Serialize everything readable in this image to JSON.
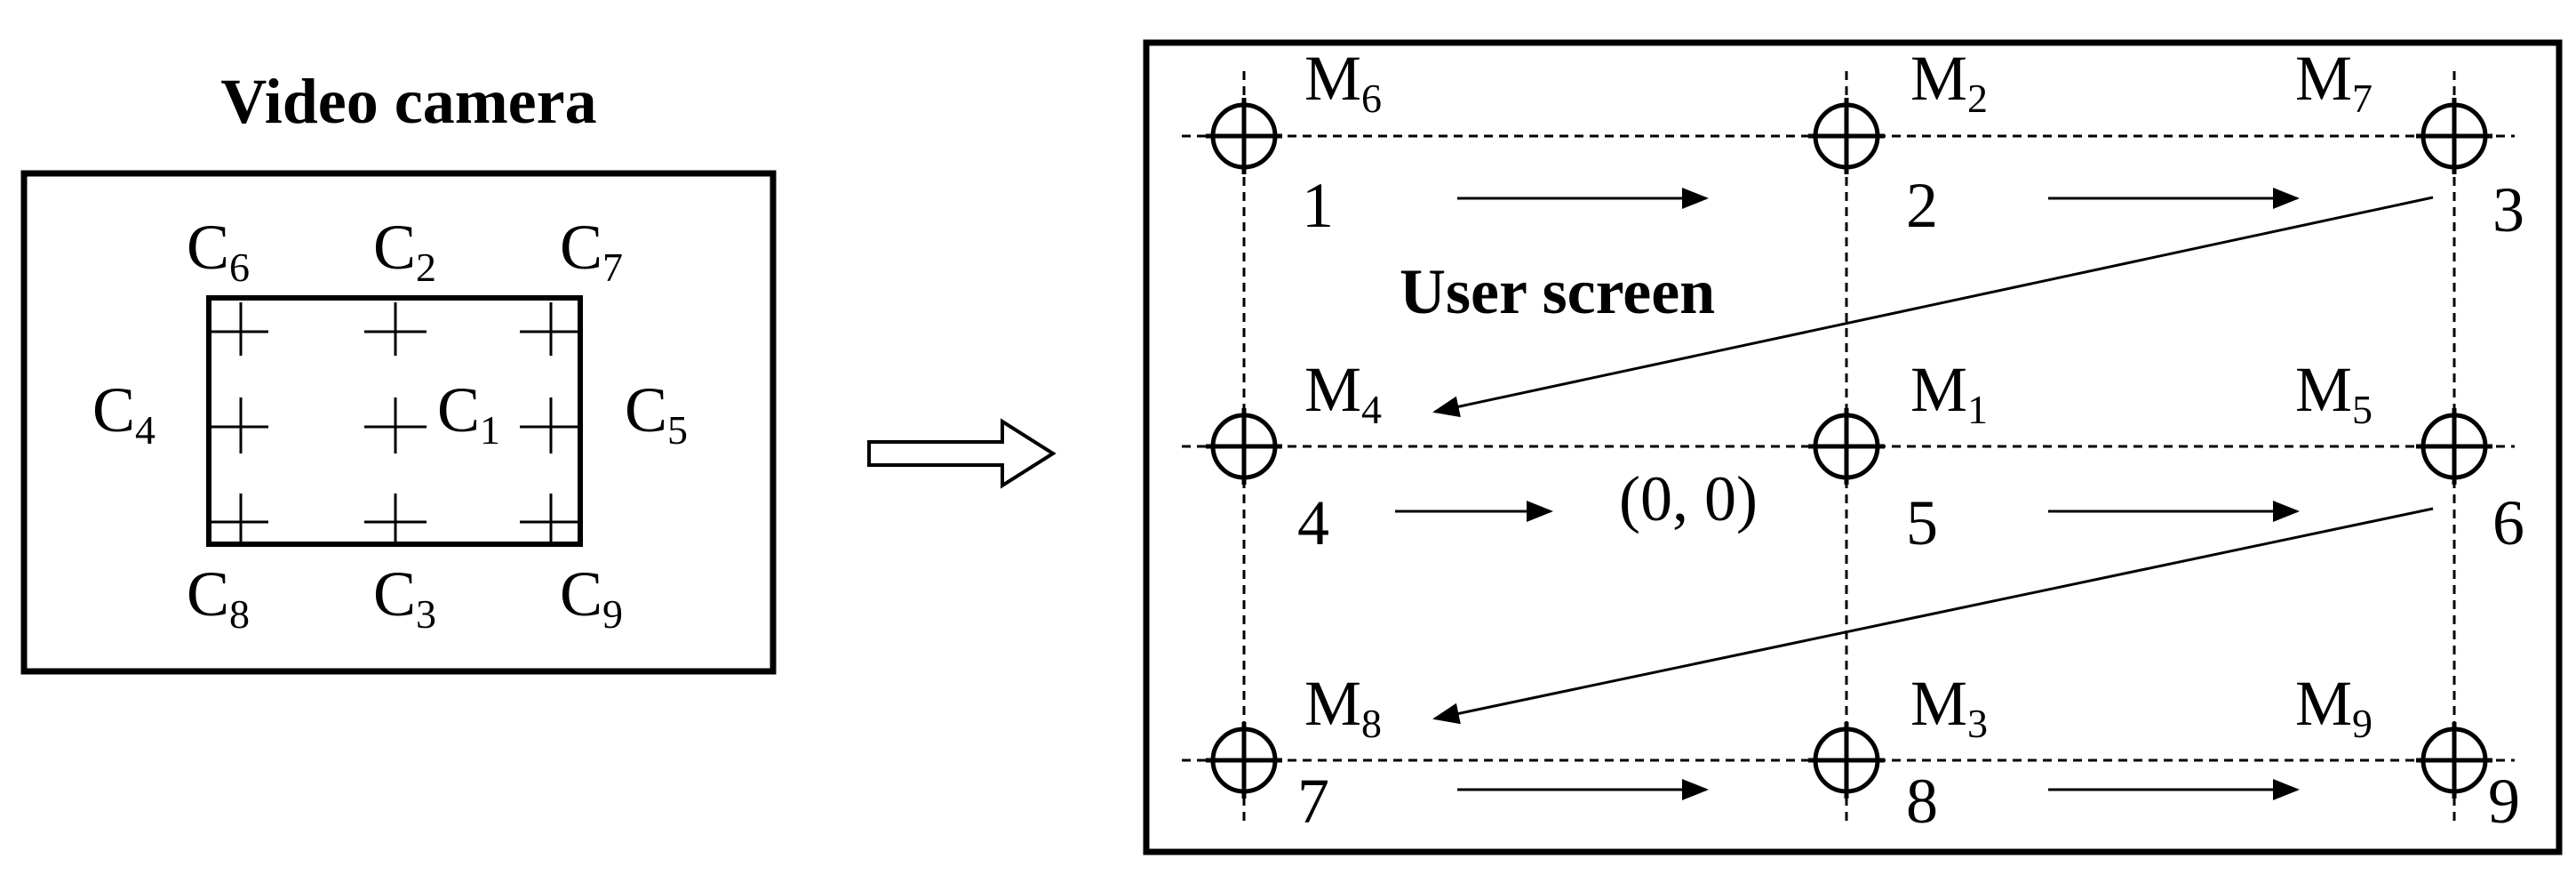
{
  "camera": {
    "title": "Video camera",
    "points": [
      {
        "base": "C",
        "sub": "6"
      },
      {
        "base": "C",
        "sub": "2"
      },
      {
        "base": "C",
        "sub": "7"
      },
      {
        "base": "C",
        "sub": "4"
      },
      {
        "base": "C",
        "sub": "1"
      },
      {
        "base": "C",
        "sub": "5"
      },
      {
        "base": "C",
        "sub": "8"
      },
      {
        "base": "C",
        "sub": "3"
      },
      {
        "base": "C",
        "sub": "9"
      }
    ]
  },
  "screen": {
    "title": "User screen",
    "origin_label": "(0, 0)",
    "markers": [
      {
        "base": "M",
        "sub": "6",
        "order": "1"
      },
      {
        "base": "M",
        "sub": "2",
        "order": "2"
      },
      {
        "base": "M",
        "sub": "7",
        "order": "3"
      },
      {
        "base": "M",
        "sub": "4",
        "order": "4"
      },
      {
        "base": "M",
        "sub": "1",
        "order": "5"
      },
      {
        "base": "M",
        "sub": "5",
        "order": "6"
      },
      {
        "base": "M",
        "sub": "8",
        "order": "7"
      },
      {
        "base": "M",
        "sub": "3",
        "order": "8"
      },
      {
        "base": "M",
        "sub": "9",
        "order": "9"
      }
    ]
  },
  "colors": {
    "stroke": "#000000",
    "background": "#ffffff"
  }
}
